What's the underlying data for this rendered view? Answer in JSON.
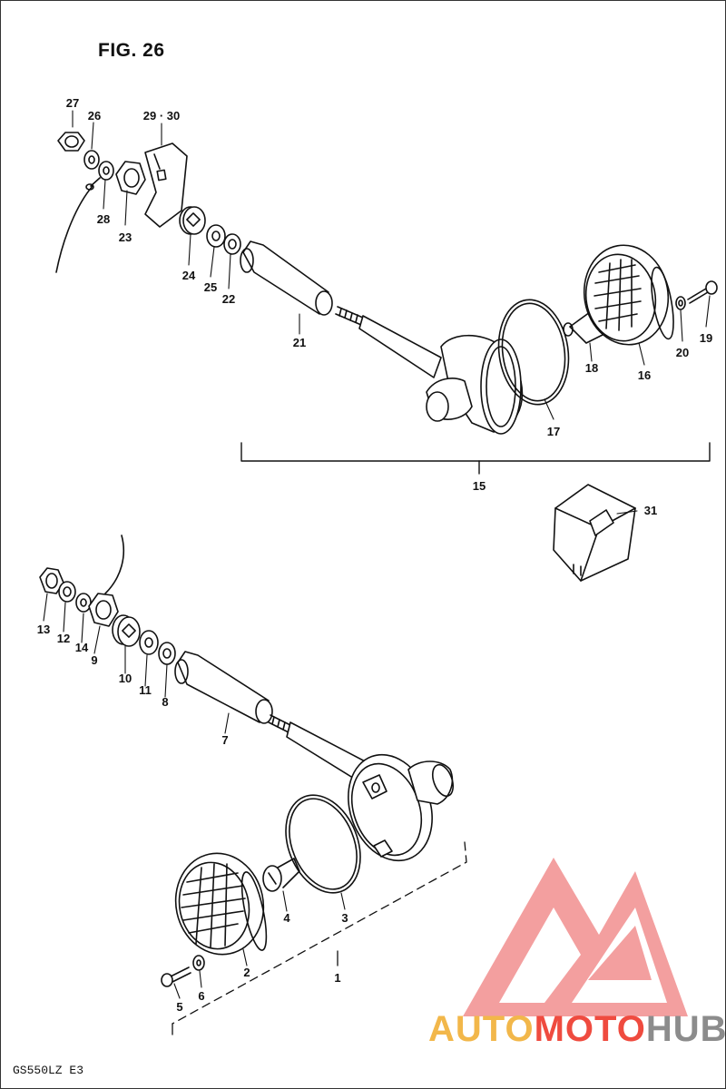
{
  "figure": {
    "title": "FIG. 26",
    "model_code": "GS550LZ  E3"
  },
  "watermark": {
    "part1": "AUTO",
    "part2": "MOTO",
    "part3": "HUB",
    "colors": {
      "auto": "#f2b74a",
      "moto": "#ef4b3f",
      "hub": "#8c8c8c",
      "logo": "#f08080"
    }
  },
  "callouts": {
    "c1": "1",
    "c2": "2",
    "c3": "3",
    "c4": "4",
    "c5": "5",
    "c6": "6",
    "c7": "7",
    "c8": "8",
    "c9": "9",
    "c10": "10",
    "c11": "11",
    "c12": "12",
    "c13": "13",
    "c14": "14",
    "c15": "15",
    "c16": "16",
    "c17": "17",
    "c18": "18",
    "c19": "19",
    "c20": "20",
    "c21": "21",
    "c22": "22",
    "c23": "23",
    "c24": "24",
    "c25": "25",
    "c26": "26",
    "c27": "27",
    "c28": "28",
    "c29_30": "29 · 30",
    "c31": "31"
  }
}
